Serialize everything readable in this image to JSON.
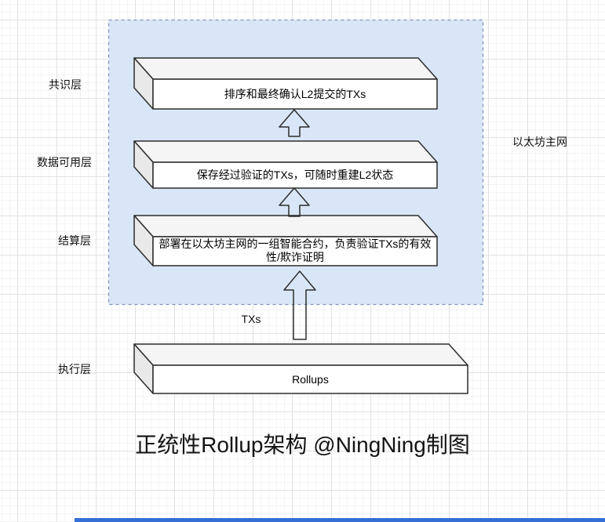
{
  "diagram": {
    "title": "正统性Rollup架构 @NingNing制图",
    "mainnet_label": "以太坊主网",
    "txs_label": "TXs",
    "layers": [
      {
        "label": "共识层",
        "box": "排序和最终确认L2提交的TXs"
      },
      {
        "label": "数据可用层",
        "box": "保存经过验证的TXs，可随时重建L2状态"
      },
      {
        "label": "结算层",
        "box": "部署在以太坊主网的一组智能合约，负责验证TXs的有效性/欺诈证明"
      },
      {
        "label": "执行层",
        "box": "Rollups"
      }
    ],
    "colors": {
      "container_fill": "#d9e6f7",
      "container_border": "#8095bd",
      "cube_front": "#ffffff",
      "cube_top": "#f5f5f5",
      "cube_side": "#e9e9e9",
      "shape_stroke": "#2d2d2d",
      "bottom_bar": "#336fd4"
    }
  }
}
